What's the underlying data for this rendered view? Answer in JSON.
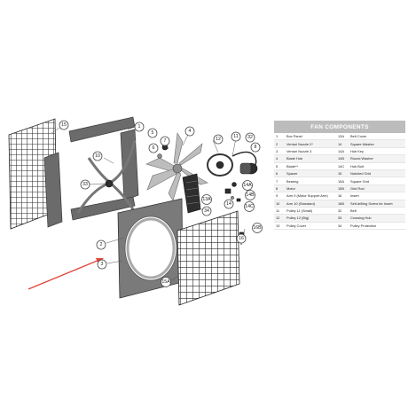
{
  "table": {
    "title": "FAN COMPONENTS",
    "rows": [
      {
        "n1": "1",
        "c1": "Box Panel",
        "n2": "13A",
        "c2": "Belt Cover"
      },
      {
        "n1": "2",
        "c1": "Venturi Nozzle 2*",
        "n2": "14",
        "c2": "Square Washer"
      },
      {
        "n1": "3",
        "c1": "Venturi Nozzle 3",
        "n2": "14A",
        "c2": "Hub Key"
      },
      {
        "n1": "4",
        "c1": "Blade Hub",
        "n2": "14B",
        "c2": "Round Washer"
      },
      {
        "n1": "5",
        "c1": "Blade**",
        "n2": "14C",
        "c2": "Hub Bolt"
      },
      {
        "n1": "6",
        "c1": "Spacer",
        "n2": "15",
        "c2": "Notched Grid"
      },
      {
        "n1": "7",
        "c1": "Bearing",
        "n2": "15A",
        "c2": "Square Grid"
      },
      {
        "n1": "8",
        "c1": "Motor",
        "n2": "15B",
        "c2": "Grid Rod"
      },
      {
        "n1": "9",
        "c1": "Arm 9 (Motor Support Arm)",
        "n2": "16",
        "c2": "Insert"
      },
      {
        "n1": "10",
        "c1": "Arm 10 (Standard)",
        "n2": "16B",
        "c2": "Self-drilling Screw for Insert"
      },
      {
        "n1": "11",
        "c1": "Pulley 11 (Small)",
        "n2": "32",
        "c2": "Belt"
      },
      {
        "n1": "12",
        "c1": "Pulley 12 (Big)",
        "n2": "33",
        "c2": "Crossing Hub"
      },
      {
        "n1": "13",
        "c1": "Pulley Cover",
        "n2": "34",
        "c2": "Pulley Protection"
      }
    ]
  },
  "callouts": {
    "c15": "15",
    "c1": "1",
    "c10": "10",
    "c33": "33",
    "c2": "2",
    "c3": "3",
    "c15a": "15A",
    "c5": "5",
    "c4": "4",
    "c7": "7",
    "c6": "6",
    "c12": "12",
    "c11": "11",
    "c32": "32",
    "c8": "8",
    "c13a": "13A",
    "c34": "34",
    "c14a": "14A",
    "c14b": "14B",
    "c14": "14",
    "c14c": "14C",
    "c16": "16",
    "c16b": "16B"
  },
  "colors": {
    "pointer_arrow": "#e0463a",
    "table_header": "#bcbcbc"
  }
}
